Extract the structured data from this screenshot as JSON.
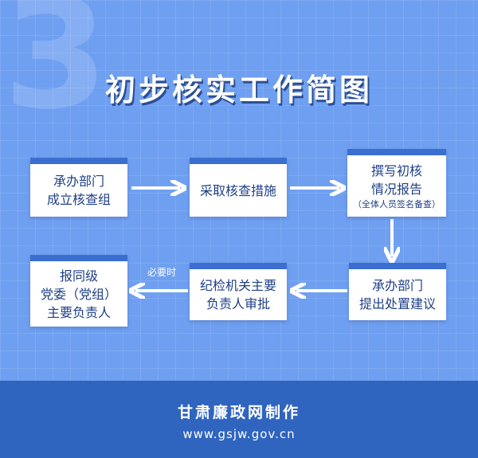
{
  "background_number": "3",
  "title": "初步核实工作简图",
  "steps": {
    "s1": [
      "承办部门",
      "成立核查组"
    ],
    "s2": [
      "采取核查措施"
    ],
    "s3": [
      "撰写初核",
      "情况报告",
      "（全体人员签名备查）"
    ],
    "s4": [
      "承办部门",
      "提出处置建议"
    ],
    "s5": [
      "纪检机关主要",
      "负责人审批"
    ],
    "s6": [
      "报同级",
      "党委（党组）",
      "主要负责人"
    ]
  },
  "arrow_note": "必要时",
  "footer": {
    "org": "甘肃廉政网制作",
    "url": "www.gsjw.gov.cn"
  },
  "colors": {
    "background": "#6f9ff0",
    "box_header": "#3b6fcf",
    "box_text": "#1e3f86",
    "footer": "#2f64bf"
  }
}
